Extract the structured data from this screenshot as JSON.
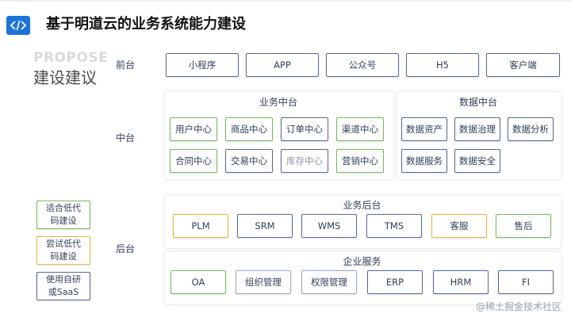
{
  "header": {
    "title": "基于明道云的业务系统能力建设",
    "logo_icon": "code-icon"
  },
  "propose": {
    "label_en": "PROPOSE",
    "label_cn": "建设建议"
  },
  "rows": {
    "front": "前台",
    "middle": "中台",
    "back": "后台"
  },
  "front_items": [
    "小程序",
    "APP",
    "公众号",
    "H5",
    "客户端"
  ],
  "biz_middle": {
    "title": "业务中台",
    "items": [
      "用户中心",
      "商品中心",
      "订单中心",
      "渠道中心",
      "合同中心",
      "交易中心",
      "库存中心",
      "营销中心"
    ]
  },
  "data_middle": {
    "title": "数据中台",
    "items": [
      "数据资产",
      "数据治理",
      "数据分析",
      "数据服务",
      "数据安全"
    ]
  },
  "biz_back": {
    "title": "业务后台",
    "items": [
      "PLM",
      "SRM",
      "WMS",
      "TMS",
      "客服",
      "售后"
    ]
  },
  "ent_service": {
    "title": "企业服务",
    "items": [
      "OA",
      "组织管理",
      "权限管理",
      "ERP",
      "HRM",
      "FI"
    ]
  },
  "legend": [
    "适合低代码建设",
    "尝试低代码建设",
    "使用自研或SaaS"
  ],
  "colors": {
    "green": "#71bd5a",
    "yellow": "#e2b93b",
    "blue": "#56699a",
    "accent": "#1d74d8"
  },
  "watermark": "@稀土掘金技术社区"
}
